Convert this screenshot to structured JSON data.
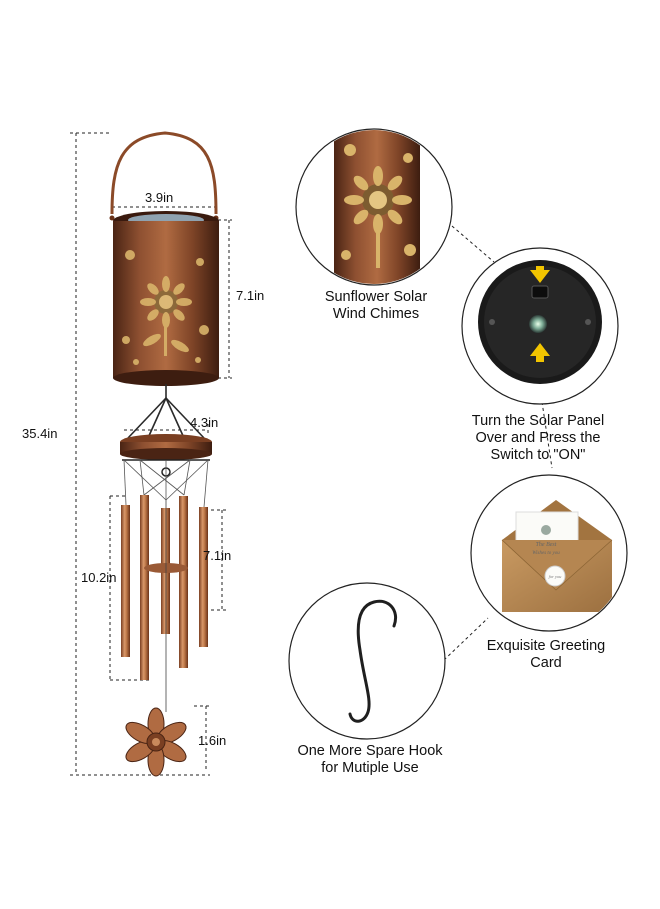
{
  "dimensions": {
    "total_height": "35.4in",
    "canister_width": "3.9in",
    "canister_height": "7.1in",
    "top_ring_width": "4.3in",
    "long_tube_length": "10.2in",
    "short_tube_length": "7.1in",
    "flower_height": "1.6in"
  },
  "callouts": {
    "sunflower": [
      "Sunflower Solar",
      "Wind Chimes"
    ],
    "switch": [
      "Turn the Solar Panel",
      "Over and Press the",
      "Switch to \"ON\""
    ],
    "card": [
      "Exquisite Greeting",
      "Card"
    ],
    "hook": [
      "One More Spare Hook",
      "for Mutiple Use"
    ]
  },
  "card_text": {
    "line1": "The Best",
    "line2": "Wishes to you",
    "seal": "for you"
  },
  "colors": {
    "copper_dark": "#5a2e1a",
    "copper_mid": "#9a5a36",
    "copper_light": "#c98a5c",
    "gold": "#d9b46a",
    "arrow_yellow": "#f2c500",
    "kraft": "#b88a55",
    "dash": "#222222"
  }
}
